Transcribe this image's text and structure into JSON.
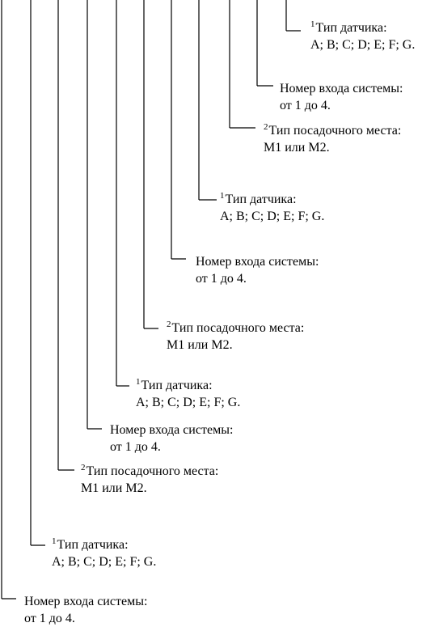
{
  "theme": {
    "line_color": "#000000",
    "text_color": "#000000",
    "background": "#ffffff"
  },
  "items": [
    {
      "marker": "1",
      "title": "Тип датчика:",
      "detail": "А; В; С; D; Е; F; G."
    },
    {
      "marker": "",
      "title": "Номер входа системы:",
      "detail": "от 1 до 4."
    },
    {
      "marker": "2",
      "title": "Тип посадочного места:",
      "detail": "М1 или М2."
    },
    {
      "marker": "1",
      "title": "Тип датчика:",
      "detail": "А; В; С; D; Е; F; G."
    },
    {
      "marker": "",
      "title": "Номер входа системы:",
      "detail": "от 1 до 4."
    },
    {
      "marker": "2",
      "title": "Тип посадочного места:",
      "detail": "М1 или М2."
    },
    {
      "marker": "1",
      "title": "Тип датчика:",
      "detail": "А; В; С; D; Е; F; G."
    },
    {
      "marker": "",
      "title": "Номер входа системы:",
      "detail": "от 1 до 4."
    },
    {
      "marker": "2",
      "title": "Тип посадочного места:",
      "detail": "М1 или М2."
    },
    {
      "marker": "1",
      "title": "Тип датчика:",
      "detail": "А; В; С; D; Е; F; G."
    },
    {
      "marker": "",
      "title": "Номер входа системы:",
      "detail": "от 1 до 4."
    }
  ]
}
